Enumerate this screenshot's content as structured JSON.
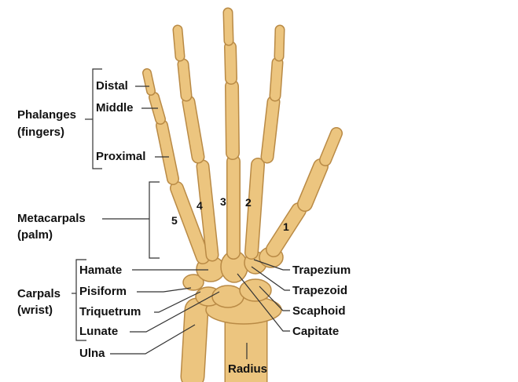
{
  "colors": {
    "bone": "#ecc57f",
    "bone_outline": "#b98a45",
    "leader": "#333333"
  },
  "groups": {
    "phalanges": {
      "title": "Phalanges",
      "subtitle": "(fingers)",
      "parts": [
        "Distal",
        "Middle",
        "Proximal"
      ]
    },
    "metacarpals": {
      "title": "Metacarpals",
      "subtitle": "(palm)",
      "numbers": [
        "1",
        "2",
        "3",
        "4",
        "5"
      ]
    },
    "carpals": {
      "title": "Carpals",
      "subtitle": "(wrist)",
      "left_parts": [
        "Hamate",
        "Pisiform",
        "Triquetrum",
        "Lunate"
      ],
      "right_parts": [
        "Trapezium",
        "Trapezoid",
        "Scaphoid",
        "Capitate"
      ]
    }
  },
  "forearm": {
    "ulna": "Ulna",
    "radius": "Radius"
  }
}
